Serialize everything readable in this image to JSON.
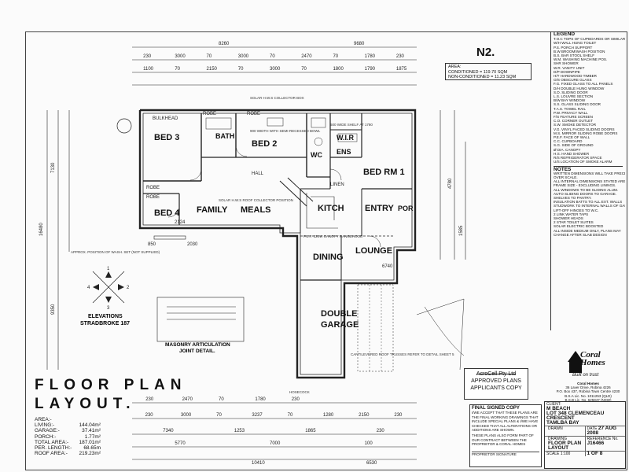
{
  "sheet": {
    "plan_code": "N2.",
    "area_box": {
      "heading": "AREA:",
      "conditioned": "CONDITIONED = 119.70 SQM",
      "non_conditioned": "NON-CONDITIONED = 11.23 SQM"
    },
    "title_line1": "FLOOR PLAN",
    "title_line2": "LAYOUT.",
    "areas": [
      {
        "label": "AREA:-",
        "value": ""
      },
      {
        "label": "LIVING:-",
        "value": "144.04m²"
      },
      {
        "label": "GARAGE:-",
        "value": "37.41m²"
      },
      {
        "label": "PORCH:-",
        "value": "1.77m²"
      },
      {
        "label": "TOTAL AREA:-",
        "value": "187.01m²"
      },
      {
        "label": "PER. LENGTH:-",
        "value": "68.65m"
      },
      {
        "label": "ROOF AREA:-",
        "value": "219.23m²"
      }
    ]
  },
  "rooms": {
    "bed3": "BED 3",
    "bath": "BATH",
    "bed2": "BED 2",
    "wc": "WC",
    "wir": "W.I.R",
    "ens": "ENS",
    "bed1": "BED RM 1",
    "bed4": "BED 4",
    "family": "FAMILY",
    "meals": "MEALS",
    "kitchen": "KITCH",
    "entry": "ENTRY",
    "por": "POR",
    "dining": "DINING",
    "lounge": "LOUNGE",
    "garage_line1": "DOUBLE",
    "garage_line2": "GARAGE",
    "robe1": "ROBE",
    "robe2": "ROBE",
    "robe3": "ROBE",
    "robe4": "ROBE",
    "linen": "LINEN",
    "bulkhead": "BULKHEAD",
    "hall": "HALL"
  },
  "dimensions": {
    "top_total": "8260",
    "top_right": "9680",
    "top_row": [
      "230",
      "3000",
      "70",
      "3000",
      "70",
      "2470",
      "70",
      "1780",
      "230"
    ],
    "top_row2": [
      "1100",
      "70",
      "2150",
      "70",
      "3000",
      "70",
      "1800",
      "1790",
      "1875"
    ],
    "left_total": "16480",
    "left_a": "7130",
    "left_b": "9350",
    "bottom_total": "10410",
    "bottom_right": "6530",
    "bottom_row": [
      "230",
      "2470",
      "70",
      "1780",
      "230"
    ],
    "bottom_row2": [
      "230",
      "3000",
      "70",
      "3237",
      "70",
      "1280",
      "2150",
      "230"
    ],
    "bottom_row3": [
      "7340",
      "1253",
      "1865",
      "230"
    ],
    "bottom_row4": [
      "5770",
      "7000",
      "100"
    ],
    "right_a": "4780",
    "right_b": "1585",
    "mid_a": "2124",
    "mid_b": "2030",
    "mid_c": "850",
    "mid_d": "6740"
  },
  "elevations": {
    "label": "ELEVATIONS",
    "name": "STRADBROKE 187",
    "marks": [
      "1",
      "2",
      "3",
      "4"
    ]
  },
  "masonry": {
    "title": "MASONRY ARTICULATION",
    "subtitle": "JOINT DETAIL."
  },
  "plan_notes": {
    "note1": "SOLAR H.W.S COLLECTOR BOX",
    "note2": "900 WIDTH WITH SEMI-RECESSED BOWL",
    "note3": "600 WIDE SHELF AT 1780",
    "note4": "SOLAR H.W.S ROOF COLLECTOR POSITION",
    "note5": "P.E.F. 520W CANOPY RANGEHOOD",
    "note6": "CANTILEVERED ROOF TRUSSES REFER TO DETAIL SHEET 5",
    "note7": "HOSECOCK",
    "note8": "APPROX. POSITION OF WASH. SET (NOT SUPPLIED)"
  },
  "legend": {
    "heading": "LEGEND",
    "items": [
      "T.O.C  TOPS OF CUPBOARDS OR SIMILAR",
      "W/H  WALL HUNG TOILET",
      "P.S.  PORCH SUPPORT",
      "B.W  BROOM/WASH POSITION",
      "B.S.  BAR STOOL SHELF",
      "W.M.  WASHING MACHINE POS.",
      "SHR  SHOWER",
      "W.R.  VANITY UNIT",
      "D/P  DOWNPIPE",
      "H/T  HARDWOOD TIMBER",
      "O/S  OBSCURE GLASS",
      "F.G.  FIXED GLASS TO ALL PANELS",
      "D/H  DOUBLE HUNG WINDOW",
      "S.D.  SLIDING DOOR",
      "L.S.  LOUVRE SECTION",
      "B/W  BAY WINDOW",
      "S.S.  GLASS SLIDING DOOR",
      "T.A.S.  TOWEL RAIL",
      "P.W.  PRIVACY WALL",
      "F/S  FEATURE SCREEN",
      "C.O.  CORNER OUTLET",
      "S.W.  SMOKE DETECTOR",
      "V.G.  VINYL FACED SLIDING DOORS",
      "M.S.  MIRROR SLIDING ROBE DOORS",
      "P.E.F.  FACE OF WALL",
      "C.C.  CUPBOARD",
      "S.G.  SIDE OF GROUND",
      "Ø  DIA. CANOPY",
      "H.S.  HAND SHOWER",
      "R/S  REFRIGERATOR SPACE",
      "U/S  LOCATION OF SMOKE ALARM"
    ],
    "notes_heading": "NOTES",
    "notes": [
      "WRITTEN DIMENSIONS WILL TAKE PRECEDENCE",
      "OVER SCALE.",
      "ALL INTERNAL DIMENSIONS STATED ARE",
      "FRAME SIZE - EXCLUDING LININGS.",
      "ALL WINDOWS TO BE SLIDING ALUM.",
      "AUTO SLIDING DOORS TO GARAGE.",
      "SHELVES TO PANTRY.",
      "INSULATION BATTS TO ALL EXT. WALLS",
      "STUDWORK TO INTERNAL WALLS OF GARAGE",
      "LIFT-OFF HINGES TO W.C.",
      "2 LINK WATER TAPS",
      "SHOWER HEADS",
      "2 STAR TOILET SUITES",
      "SOLAR ELECTRIC BOOSTED",
      "ALL INSIDE MEDIUM ONLY, PLANS MAY",
      "CHANGE AFTER SLAB DESIGN"
    ]
  },
  "stamp": {
    "company": "AcroCell Pty Ltd",
    "line1": "APPROVED PLANS",
    "line2": "APPLICANTS COPY"
  },
  "final_signed": {
    "heading": "FINAL SIGNED COPY",
    "text": "I/WE ACCEPT THAT THESE PLANS ARE THE FINAL WORKING DRAWINGS THAT INCLUDE SPECIAL PLANS & I/WE HAVE CHECKED THAT ALL ALTERATIONS OR ADDITIONS ARE SHOWN.",
    "text2": "THESE PLANS ALSO FORM PART OF OUR CONTRACT BETWEEN THE PROPRIETOR & CORAL HOMES",
    "sig_label": "PROPRIETOR SIGNATURE"
  },
  "brand": {
    "name_line1": "Coral",
    "name_line2": "Homes",
    "tagline": "Built on trust",
    "company": "Coral Homes",
    "address": "36 Laver Drive, Robina 4226",
    "po_box": "P.O. Box 437, Robina Town Centre 4230",
    "licence1": "B.S.A Lic. No. 1011253 (QLD)",
    "licence2": "B.S.B Lic. No. 625847 (NSW)"
  },
  "title_block": {
    "client_label": "CLIENT:",
    "client": "M BEACH",
    "lot": "LOT 348 CLEMENCEAU CRESCENT",
    "suburb": "TAMLBA BAY",
    "drawn_label": "DRAWN",
    "date_label": "DATE",
    "date_value": "27 AUG 2008",
    "drawing_label": "DRAWING",
    "drawing": "FLOOR PLAN LAYOUT",
    "reference_label": "REFERENCE No.",
    "reference": "J16466",
    "scale_label": "SCALE",
    "scale": "1:100",
    "sheet": "1 OF 8"
  }
}
